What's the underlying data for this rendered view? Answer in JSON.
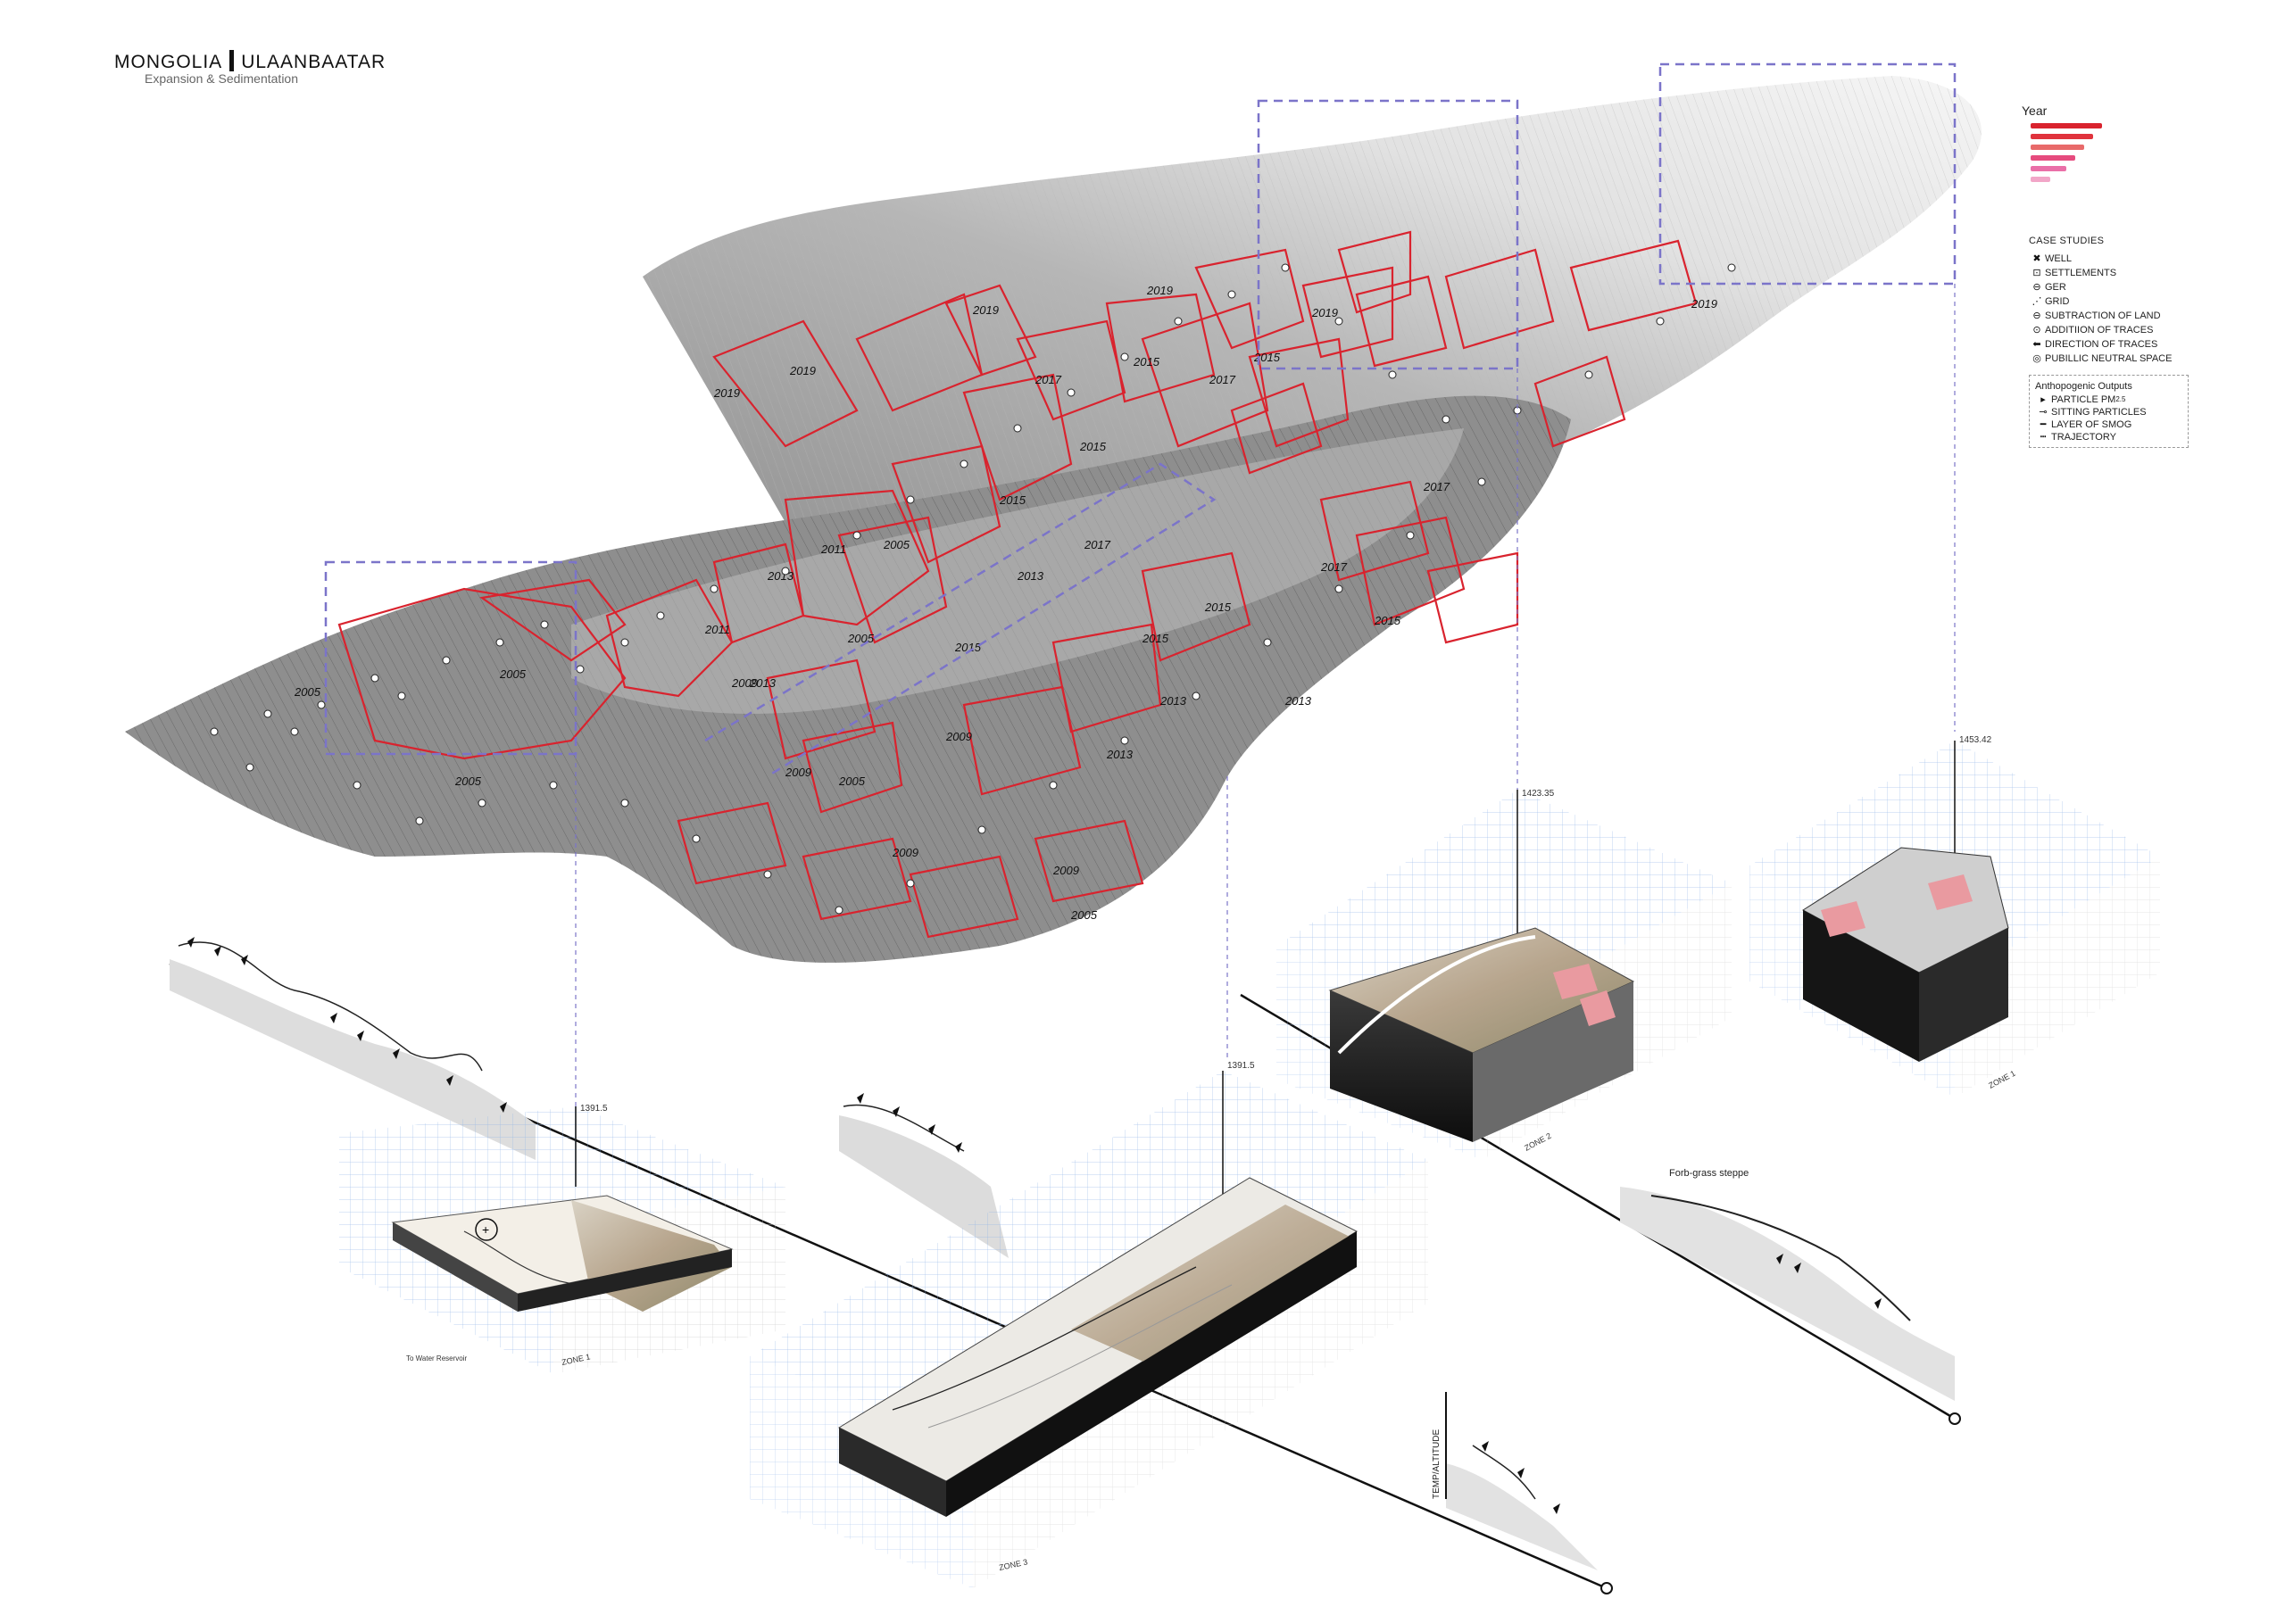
{
  "header": {
    "title_left": "MONGOLIA",
    "title_right": "ULAANBAATAR",
    "subtitle": "Expansion & Sedimentation"
  },
  "legend": {
    "year_label": "Year",
    "year_bar_colors": [
      "#d9232e",
      "#e0333d",
      "#e86a6a",
      "#e64b7e",
      "#ea6fa8",
      "#f2a6c8"
    ],
    "case_studies_title": "CASE STUDIES",
    "items": [
      {
        "icon": "cross-icon",
        "glyph": "✖",
        "label": "WELL"
      },
      {
        "icon": "settlement-icon",
        "glyph": "⊡",
        "label": "SETTLEMENTS"
      },
      {
        "icon": "ger-icon",
        "glyph": "⊖",
        "label": "GER"
      },
      {
        "icon": "grid-icon",
        "glyph": "⋰",
        "label": "GRID"
      },
      {
        "icon": "minus-circle-icon",
        "glyph": "⊖",
        "label": "SUBTRACTION OF LAND"
      },
      {
        "icon": "dot-circle-icon",
        "glyph": "⊙",
        "label": "ADDITIION OF TRACES"
      },
      {
        "icon": "arrow-left-icon",
        "glyph": "⬅",
        "label": "DIRECTION OF TRACES"
      },
      {
        "icon": "double-circle-icon",
        "glyph": "◎",
        "label": "PUBILLIC NEUTRAL SPACE"
      }
    ],
    "anthropogenic_title": "Anthopogenic Outputs",
    "anthropogenic_items": [
      {
        "icon": "particle-icon",
        "glyph": "▸",
        "label": "PARTICLE PM",
        "sub": "2.5"
      },
      {
        "icon": "sitting-particle-icon",
        "glyph": "⊸",
        "label": "SITTING PARTICLES"
      },
      {
        "icon": "smog-line-icon",
        "glyph": "━",
        "label": "LAYER OF SMOG"
      },
      {
        "icon": "trajectory-icon",
        "glyph": "┅",
        "label": "TRAJECTORY"
      }
    ]
  },
  "map": {
    "year_labels": [
      "2019",
      "2019",
      "2019",
      "2019",
      "2019",
      "2019",
      "2017",
      "2017",
      "2017",
      "2017",
      "2017",
      "2015",
      "2015",
      "2015",
      "2015",
      "2015",
      "2015",
      "2015",
      "2015",
      "2013",
      "2013",
      "2013",
      "2013",
      "2013",
      "2013",
      "2011",
      "2011",
      "2009",
      "2009",
      "2009",
      "2009",
      "2009",
      "2005",
      "2005",
      "2005",
      "2005",
      "2005",
      "2005",
      "2005"
    ],
    "colors": {
      "parcel_outline": "#d9232e",
      "frame_dash": "#7b74c9",
      "terrain_dark": "#8a8a8a",
      "terrain_light": "#e8e8e8"
    }
  },
  "blocks": [
    {
      "id": "zone1",
      "altitude_label": "1391.5",
      "zone_label": "ZONE 1",
      "note": "To Water Reservoir"
    },
    {
      "id": "zone2",
      "altitude_label": "1423.35",
      "zone_label": "ZONE 2"
    },
    {
      "id": "zone3",
      "altitude_label": "1391.5",
      "zone_label": "ZONE 3"
    },
    {
      "id": "zone4",
      "altitude_label": "1453.42",
      "zone_label": "ZONE 1"
    }
  ],
  "profiles": {
    "steppe_label": "Forb-grass steppe",
    "temp_altitude_label": "TEMP/ALTITUDE"
  }
}
